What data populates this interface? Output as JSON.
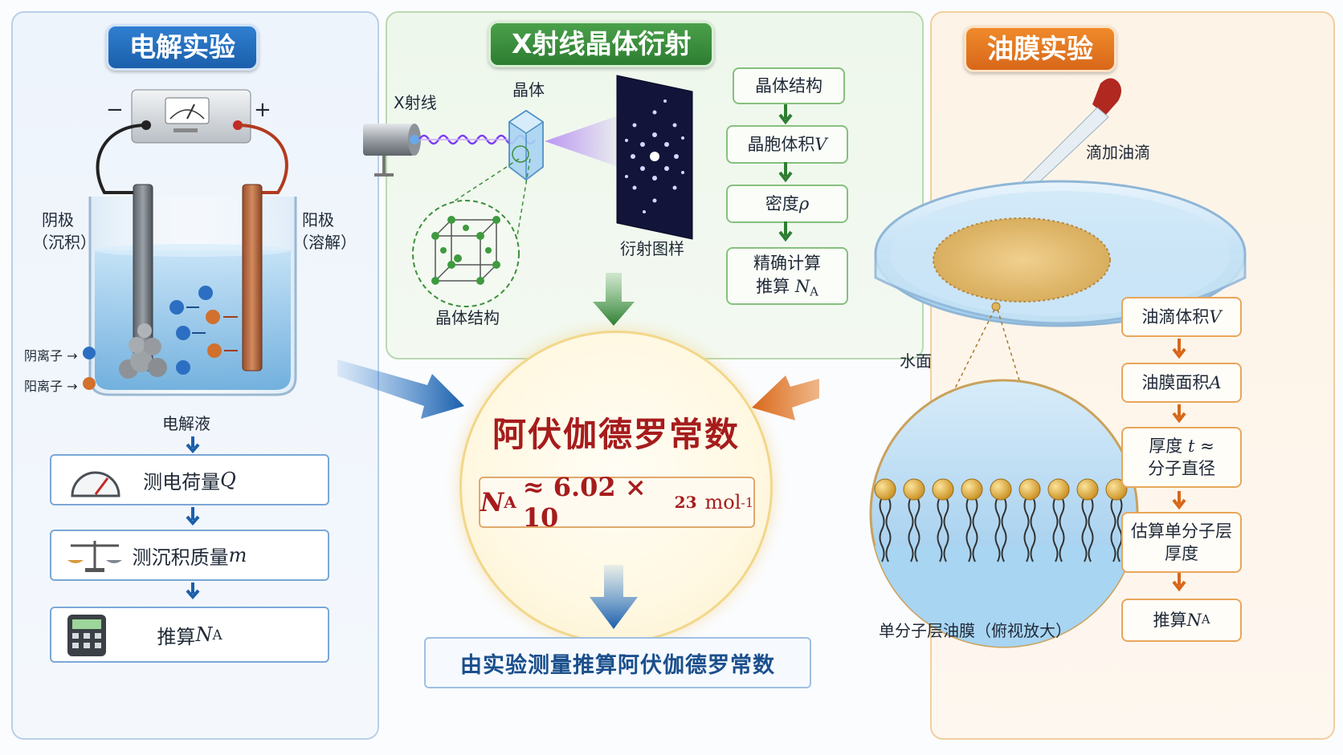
{
  "center": {
    "title": "阿伏伽德罗常数",
    "formula_symbol": "N",
    "formula_sub": "A",
    "formula_approx": "≈ 6.02 × 10",
    "formula_exp": "23",
    "formula_unit": "mol",
    "formula_unit_exp": "-1",
    "bottom_text": "由实验测量推算阿伏伽德罗常数"
  },
  "left": {
    "title": "电解实验",
    "minus": "−",
    "plus": "+",
    "cathode": "阴极",
    "cathode_note": "（沉积）",
    "anode": "阳极",
    "anode_note": "（溶解）",
    "anion_label": "阴离子 →",
    "cation_label": "阳离子 →",
    "electrolyte": "电解液",
    "steps": [
      {
        "text": "测电荷量 ",
        "var": "Q"
      },
      {
        "text": "测沉积质量 ",
        "var": "m"
      },
      {
        "text": "推算 ",
        "var": "N",
        "sub": "A"
      }
    ],
    "colors": {
      "accent": "#1b5fab",
      "border": "#7aa7d7"
    }
  },
  "middle": {
    "title": "X射线晶体衍射",
    "xray_label": "X射线",
    "crystal_label": "晶体",
    "pattern_label": "衍射图样",
    "structure_label": "晶体结构",
    "steps": [
      {
        "text": "晶体结构"
      },
      {
        "text": "晶胞体积 ",
        "var": "V"
      },
      {
        "text": "密度 ",
        "var": "ρ"
      },
      {
        "text": "精确计算",
        "text2": "推算 ",
        "var": "N",
        "sub": "A"
      }
    ],
    "colors": {
      "accent": "#2e7d32",
      "border": "#86c07d"
    }
  },
  "right": {
    "title": "油膜实验",
    "drop_label": "滴加油滴",
    "water_label": "水面",
    "film_label": "单分子层油膜（俯视放大）",
    "steps": [
      {
        "text": "油滴体积 ",
        "var": "V"
      },
      {
        "text": "油膜面积 ",
        "var": "A"
      },
      {
        "text": "厚度 ",
        "var": "t",
        "text_after": " ≈",
        "text2": "分子直径"
      },
      {
        "text": "估算单分子层",
        "text2": "厚度"
      },
      {
        "text": "推算 ",
        "var": "N",
        "sub": "A"
      }
    ],
    "colors": {
      "accent": "#d8671a",
      "border": "#e8a65a"
    }
  }
}
